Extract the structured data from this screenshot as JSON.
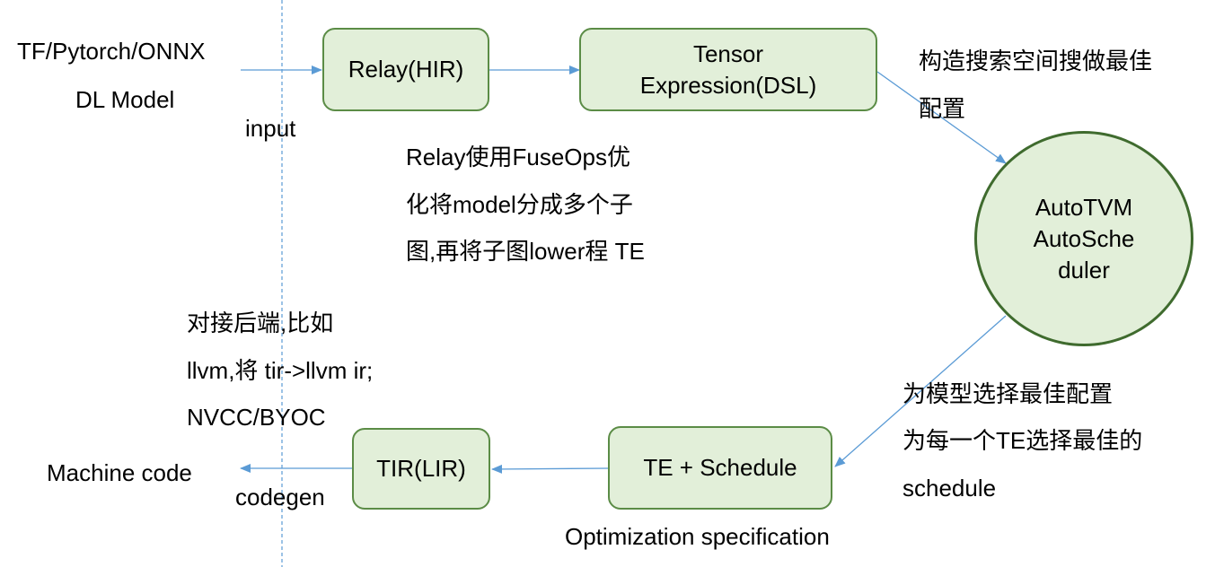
{
  "input_label": [
    "TF/Pytorch/ONNX",
    "DL Model"
  ],
  "input_edge_label": "input",
  "nodes": {
    "relay": "Relay(HIR)",
    "tensor_expression": [
      "Tensor",
      "Expression(DSL)"
    ],
    "autotvm": [
      "AutoTVM",
      "AutoSche",
      "duler"
    ],
    "te_schedule": "TE + Schedule",
    "tir": "TIR(LIR)"
  },
  "notes": {
    "relay_note": [
      "Relay使用FuseOps优",
      "化将model分成多个子",
      "图,再将子图lower程 TE"
    ],
    "search_note": [
      "构造搜索空间搜做最佳",
      "配置"
    ],
    "config_note": [
      "为模型选择最佳配置",
      "为每一个TE选择最佳的",
      "schedule"
    ],
    "backend_note": [
      "对接后端,比如",
      "llvm,将 tir->llvm ir;",
      "NVCC/BYOC"
    ]
  },
  "output_label": "Machine code",
  "codegen_label": "codegen",
  "te_schedule_caption": "Optimization specification",
  "colors": {
    "node_fill": "#e2efd9",
    "node_border": "#5b8c46",
    "arrow": "#5b9bd5",
    "divider": "#5b9bd5"
  }
}
